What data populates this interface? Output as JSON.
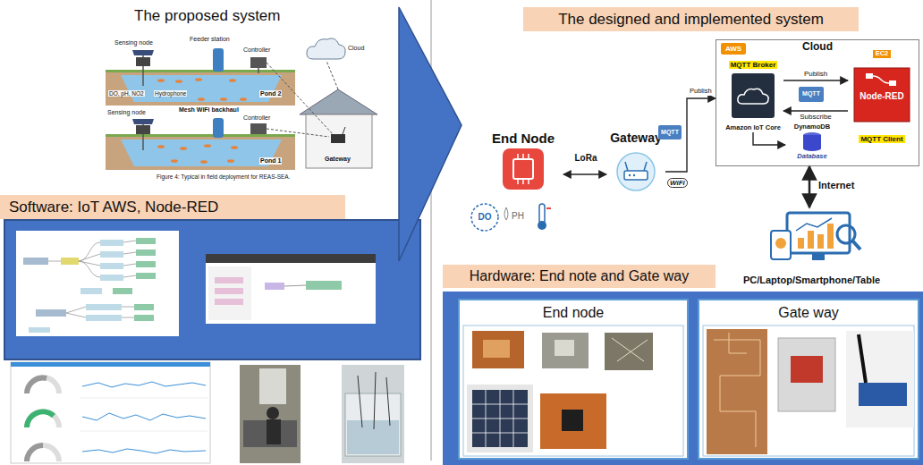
{
  "diagram": {
    "nodes": [
      {
        "text": [
          "Software: IoT AWS, Node-RED"
        ]
      },
      {
        "text": [
          "The designed and implemented system"
        ]
      },
      {
        "text": [
          "End Node"
        ]
      },
      {
        "text": [
          "Gateway"
        ]
      },
      {
        "text": [
          "MQTT"
        ]
      },
      {
        "text": [
          "Cloud"
        ]
      },
      {
        "text": [
          "AWS"
        ],
        "in": 5
      },
      {
        "text": [
          "MQTT Broker",
          "Amazon IoT Core"
        ],
        "in": 5
      },
      {
        "text": [
          "MQTT"
        ],
        "in": 5
      },
      {
        "text": [
          "EC2",
          "Node-RED",
          "MQTT Client"
        ],
        "in": 5
      },
      {
        "text": [
          "DynamoDB",
          "Database"
        ],
        "in": 5
      },
      {
        "text": [
          "PC/Laptop/Smartphone/Table"
        ]
      },
      {
        "text": [
          "Hardware: End note and Gate way"
        ]
      },
      {
        "text": [
          "End node"
        ]
      },
      {
        "text": [
          "Gate way"
        ]
      }
    ],
    "edges": [
      {
        "from": 2,
        "to": 3,
        "label": "LoRa",
        "arrow": "both"
      },
      {
        "from": 3,
        "to": 5,
        "label": "Publish",
        "arrow": "to"
      },
      {
        "from": 7,
        "to": 9,
        "label": "Publish",
        "arrow": "to"
      },
      {
        "from": 9,
        "to": 7,
        "label": "Subscribe",
        "arrow": "to"
      },
      {
        "from": 7,
        "to": 10,
        "arrow": "to"
      },
      {
        "from": 5,
        "to": 11,
        "label": "Internet",
        "arrow": "both"
      }
    ],
    "labels": [
      "The proposed system",
      "Sensing node",
      "Feeder station",
      "Controller",
      "Cloud",
      "DO, pH, NO2",
      "Hydrophone",
      "Pond 2",
      "Mesh WiFi backhaul",
      "Sensing node",
      "Controller",
      "Pond 1",
      "Gateway",
      "Figure 4: Typical in field deployment for REAS-SEA.",
      "WiFi",
      "DO",
      "PH"
    ]
  }
}
